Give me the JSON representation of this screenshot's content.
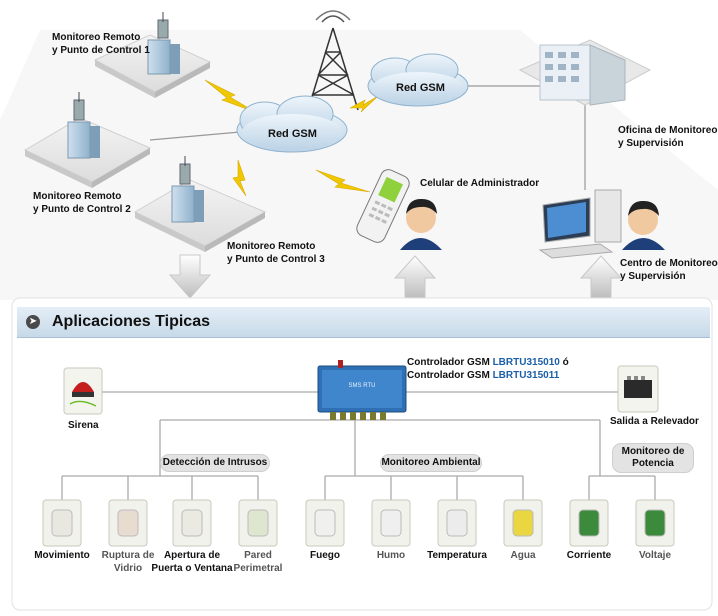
{
  "top": {
    "site1": [
      "Monitoreo Remoto",
      "y Punto de Control 1"
    ],
    "site2": [
      "Monitoreo Remoto",
      "y Punto de Control 2"
    ],
    "site3": [
      "Monitoreo Remoto",
      "y Punto de Control 3"
    ],
    "cloud1": "Red GSM",
    "cloud2": "Red GSM",
    "admin_phone": "Celular de Administrador",
    "office": [
      "Oficina de Monitoreo",
      "y Supervisión"
    ],
    "center": [
      "Centro de Monitoreo",
      "y Supervisión"
    ]
  },
  "section": {
    "title": "Aplicaciones Tipicas",
    "controller_prefix": "Controlador GSM ",
    "controller_model1": "LBRTU315010",
    "controller_suffix": " ó",
    "controller_model2": "LBRTU315011",
    "siren": "Sirena",
    "relay": "Salida a Relevador",
    "group_intrusion": "Detección de Intrusos",
    "group_environment": "Monitoreo Ambiental",
    "group_power": [
      "Monitoreo de",
      "Potencia"
    ]
  },
  "sensors": [
    {
      "label": [
        "Movimiento"
      ],
      "muted": false,
      "color": "#e8e8e0"
    },
    {
      "label": [
        "Ruptura de",
        "Vidrio"
      ],
      "muted": true,
      "color": "#e8dcd0"
    },
    {
      "label": [
        "Apertura de",
        "Puerta o Ventana"
      ],
      "muted": false,
      "color": "#eaeae2"
    },
    {
      "label": [
        "Pared",
        "Perimetral"
      ],
      "muted": true,
      "color": "#dfe6cf"
    },
    {
      "label": [
        "Fuego"
      ],
      "muted": false,
      "color": "#f0f0ee"
    },
    {
      "label": [
        "Humo"
      ],
      "muted": true,
      "color": "#efefef"
    },
    {
      "label": [
        "Temperatura"
      ],
      "muted": false,
      "color": "#ececec"
    },
    {
      "label": [
        "Agua"
      ],
      "muted": true,
      "color": "#e9d640"
    },
    {
      "label": [
        "Corriente"
      ],
      "muted": false,
      "color": "#3c8a3c"
    },
    {
      "label": [
        "Voltaje"
      ],
      "muted": true,
      "color": "#3c8a3c"
    }
  ]
}
